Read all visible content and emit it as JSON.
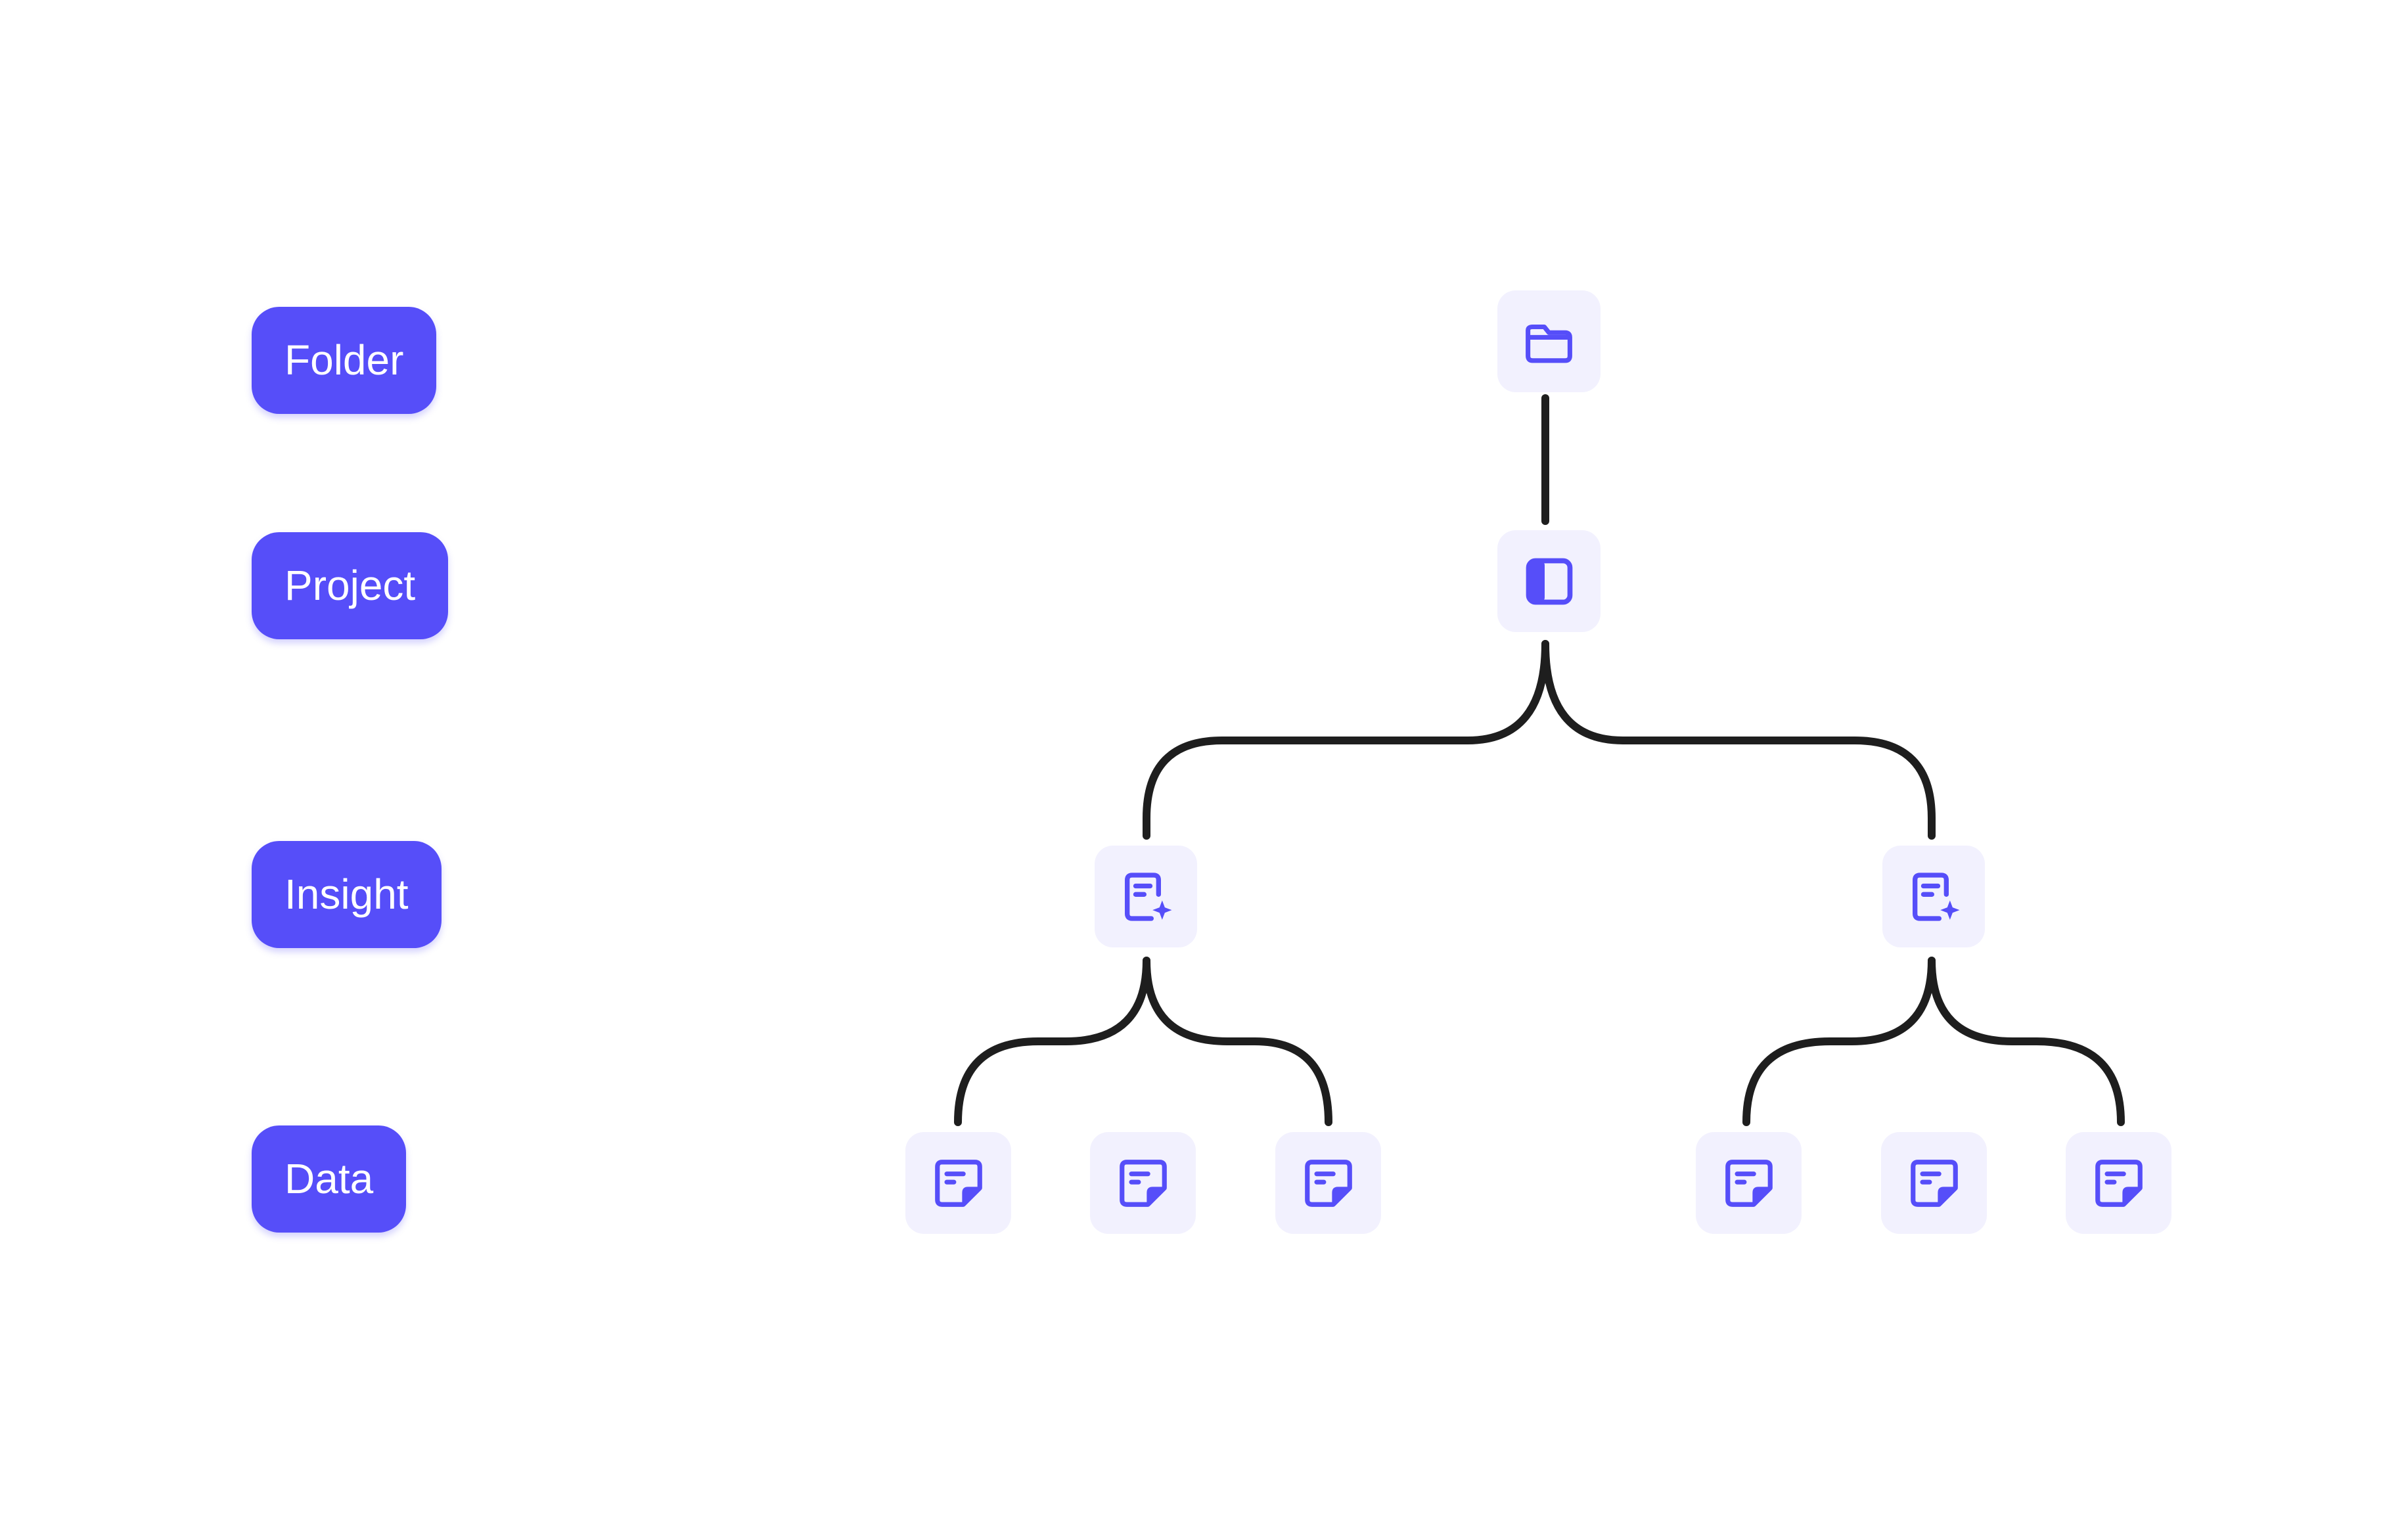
{
  "levels": {
    "folder": "Folder",
    "project": "Project",
    "insight": "Insight",
    "data": "Data"
  },
  "colors": {
    "accent": "#564EF9",
    "node_background": "#F2F1FE",
    "connector": "#1E1E1E",
    "label_text": "#FFFFFF"
  },
  "icons": {
    "folder": "folder-icon",
    "project": "project-panel-icon",
    "insight": "insight-document-sparkle-icon",
    "data": "data-note-icon"
  },
  "tree": {
    "root": "folder",
    "children": [
      {
        "type": "project",
        "children": [
          {
            "type": "insight",
            "children": [
              "data",
              "data",
              "data"
            ]
          },
          {
            "type": "insight",
            "children": [
              "data",
              "data",
              "data"
            ]
          }
        ]
      }
    ]
  }
}
